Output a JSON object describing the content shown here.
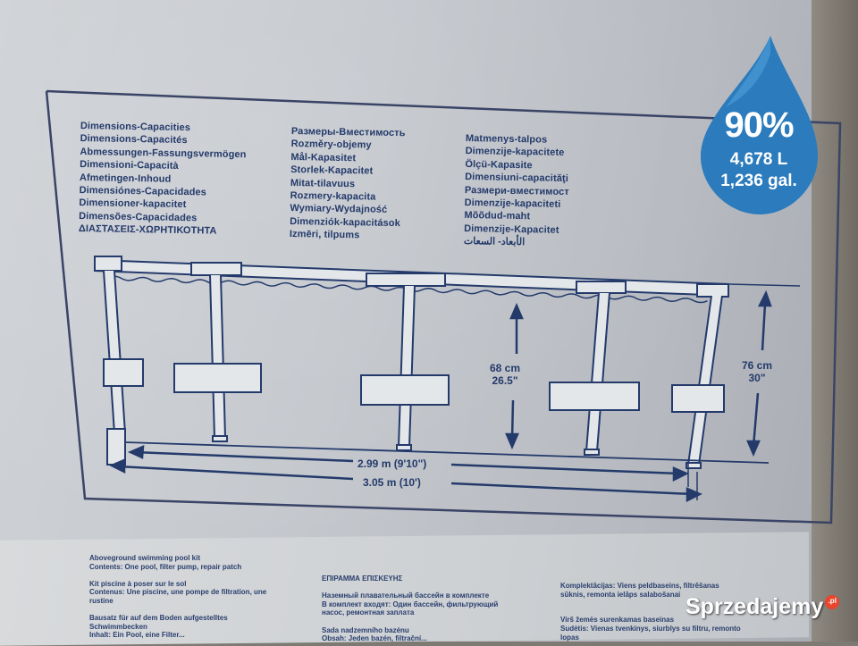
{
  "colors": {
    "ink": "#243a6b",
    "drop": "#2b7bbd",
    "drop_dark": "#1f5f97"
  },
  "badge": {
    "percent": "90%",
    "liters": "4,678 L",
    "gallons": "1,236 gal."
  },
  "capacities_col1": [
    "Dimensions-Capacities",
    "Dimensions-Capacités",
    "Abmessungen-Fassungsvermögen",
    "Dimensioni-Capacità",
    "Afmetingen-Inhoud",
    "Dimensiónes-Capacidades",
    "Dimensioner-kapacitet",
    "Dimensões-Capacidades",
    "ΔΙΑΣΤΑΣΕΙΣ-ΧΩΡΗΤΙΚΟΤΗΤΑ"
  ],
  "capacities_col2": [
    "Размеры-Вместимость",
    "Rozměry-objemy",
    "Mål-Kapasitet",
    "Storlek-Kapacitet",
    "Mitat-tilavuus",
    "Rozmery-kapacita",
    "Wymiary-Wydajność",
    "Dimenziók-kapacitások",
    "Izmēri, tilpums"
  ],
  "capacities_col3": [
    "Matmenys-talpos",
    "Dimenzije-kapacitete",
    "Ölçü-Kapasite",
    "Dimensiuni-capacităţi",
    "Размери-вместимост",
    "Dimenzije-kapaciteti",
    "Mõõdud-maht",
    "Dimenzije-Kapacitet",
    "الأبعاد- السعات"
  ],
  "dimensions": {
    "height_inner": {
      "cm": "68 cm",
      "in": "26.5\""
    },
    "height_outer": {
      "cm": "76 cm",
      "in": "30\""
    },
    "width_inner": "2.99 m (9'10\")",
    "width_outer": "3.05 m (10')"
  },
  "lower_left": [
    "Aboveground swimming pool kit",
    "Contents: One pool, filter pump, repair patch",
    "",
    "Kit piscine à poser sur le sol",
    "Contenus: Une piscine, une pompe de filtration, une",
    "rustine",
    "",
    "Bausatz für auf dem Boden aufgestelltes",
    "Schwimmbecken",
    "Inhalt: Ein Pool, eine Filter..."
  ],
  "lower_center": [
    "ΕΠΙΡΑΜΜΑ ΕΠΙΣΚΕΥΗΣ",
    "",
    "Наземный плавательный бассейн в комплекте",
    "В комплект входят: Один бассейн, фильтрующий",
    "насос, ремонтная заплата",
    "",
    "Sada nadzemního bazénu",
    "Obsah: Jeden bazén, filtrační..."
  ],
  "lower_right": [
    "Komplektācijas: Viens peldbaseins, filtrēšanas",
    "sūknis, remonta ielāps salabošanai",
    "",
    "",
    "Virš žemės surenkamas baseinas",
    "Sudėtis: Vienas tvenkinys, siurblys su filtru, remonto",
    "lopas"
  ],
  "watermark": {
    "text": "Sprzedajemy",
    "suffix": ".pl"
  }
}
